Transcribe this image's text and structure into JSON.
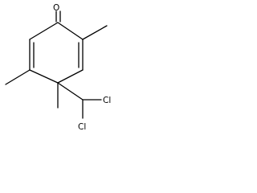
{
  "molecule": {
    "atoms": {
      "oxygen": "O",
      "chlorine_1": "Cl",
      "chlorine_2": "Cl"
    },
    "colors": {
      "background": "#ffffff",
      "ink": "#000000"
    }
  }
}
